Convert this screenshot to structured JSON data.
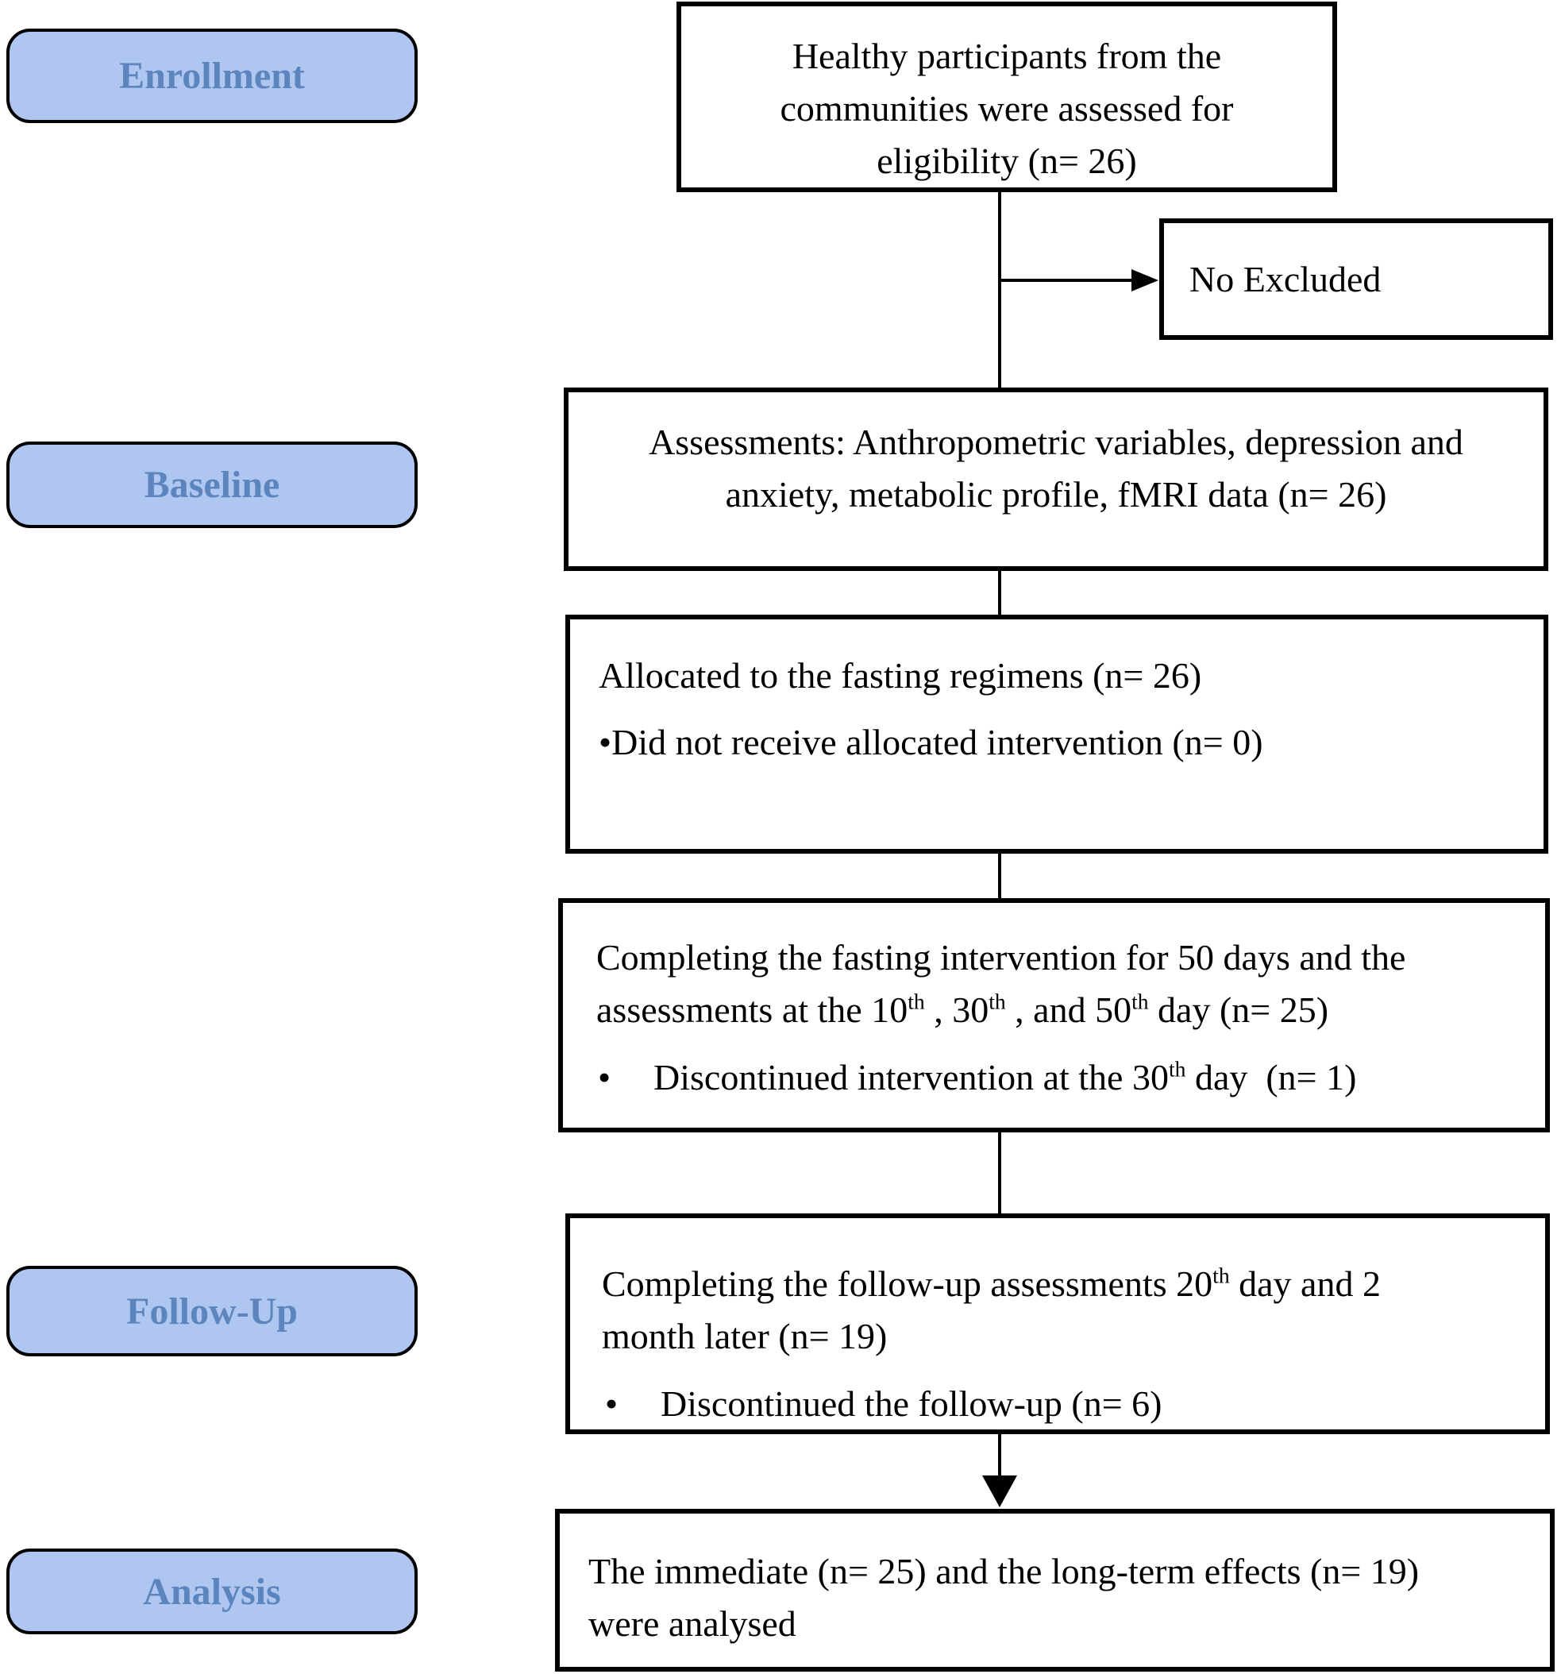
{
  "stages": {
    "enrollment": "Enrollment",
    "baseline": "Baseline",
    "follow_up": "Follow-Up",
    "analysis": "Analysis"
  },
  "flow": {
    "eligibility": {
      "lines": [
        "Healthy participants from the",
        "communities were assessed for",
        "eligibility (n= 26)"
      ]
    },
    "excluded": {
      "label": "No Excluded"
    },
    "assessments": {
      "lines": [
        "Assessments: Anthropometric variables, depression and",
        "anxiety, metabolic profile, fMRI data (n= 26)"
      ]
    },
    "allocation": {
      "heading": "Allocated to the fasting regimens (n= 26)",
      "bullet_line": "•Did not receive allocated intervention (n= 0)"
    },
    "fasting": {
      "line1": [
        {
          "t": "Completing the fasting intervention for 50 days and the"
        }
      ],
      "line2": [
        {
          "t": "assessments at the 10"
        },
        {
          "t": "th",
          "sup": true
        },
        {
          "t": " , 30"
        },
        {
          "t": "th",
          "sup": true
        },
        {
          "t": " , and 50"
        },
        {
          "t": "th",
          "sup": true
        },
        {
          "t": " day (n= 25)"
        }
      ],
      "bullet_marker": "•",
      "bullet": [
        {
          "t": "Discontinued intervention at the 30"
        },
        {
          "t": "th",
          "sup": true
        },
        {
          "t": " day  (n= 1)"
        }
      ]
    },
    "follow_up": {
      "line1": [
        {
          "t": "Completing the follow-up assessments 20"
        },
        {
          "t": "th",
          "sup": true
        },
        {
          "t": " day and 2"
        }
      ],
      "line2": [
        {
          "t": "month later (n= 19)"
        }
      ],
      "bullet_marker": "•",
      "bullet": [
        {
          "t": "Discontinued the follow-up (n= 6)"
        }
      ]
    },
    "analysis": {
      "lines": [
        "The immediate (n= 25) and the long-term effects (n= 19)",
        "were analysed"
      ]
    }
  },
  "counts": {
    "assessed": 26,
    "excluded": 0,
    "allocated": 26,
    "did_not_receive_intervention": 0,
    "completed_intervention": 25,
    "discontinued_intervention": 1,
    "completed_follow_up": 19,
    "discontinued_follow_up": 6,
    "analysed_immediate": 25,
    "analysed_long_term": 19
  },
  "colors": {
    "stage_fill": "#AEC6F0",
    "stage_text": "#5C85BE",
    "box_border": "#000000",
    "line": "#000000"
  }
}
